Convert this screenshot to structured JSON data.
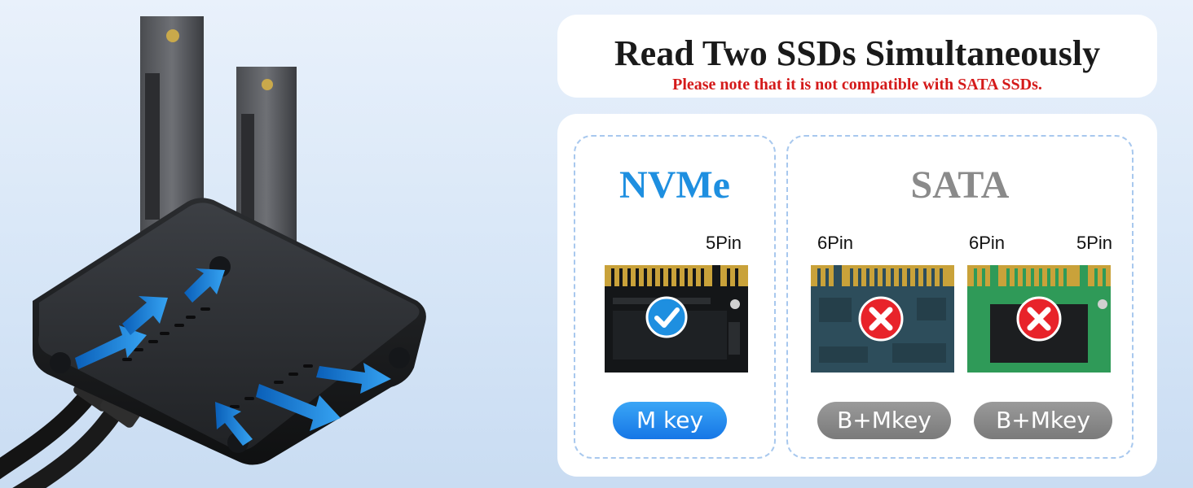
{
  "header": {
    "title": "Read Two SSDs Simultaneously",
    "note": "Please note that it is not compatible with SATA SSDs."
  },
  "nvme": {
    "heading": "NVMe",
    "pin": "5Pin",
    "key_label": "M key",
    "status": "compatible",
    "status_icon": "check-circle-icon"
  },
  "sata": {
    "heading": "SATA",
    "cards": [
      {
        "pin_left": "6Pin",
        "pin_right": "",
        "key_label": "B+Mkey",
        "status": "incompatible",
        "status_icon": "x-circle-icon"
      },
      {
        "pin_left": "6Pin",
        "pin_right": "5Pin",
        "key_label": "B+Mkey",
        "status": "incompatible",
        "status_icon": "x-circle-icon"
      }
    ]
  },
  "colors": {
    "nvme_accent": "#1e8fe0",
    "sata_gray": "#8a8a8a",
    "warning_red": "#d41a1a",
    "x_red": "#e8232a"
  }
}
